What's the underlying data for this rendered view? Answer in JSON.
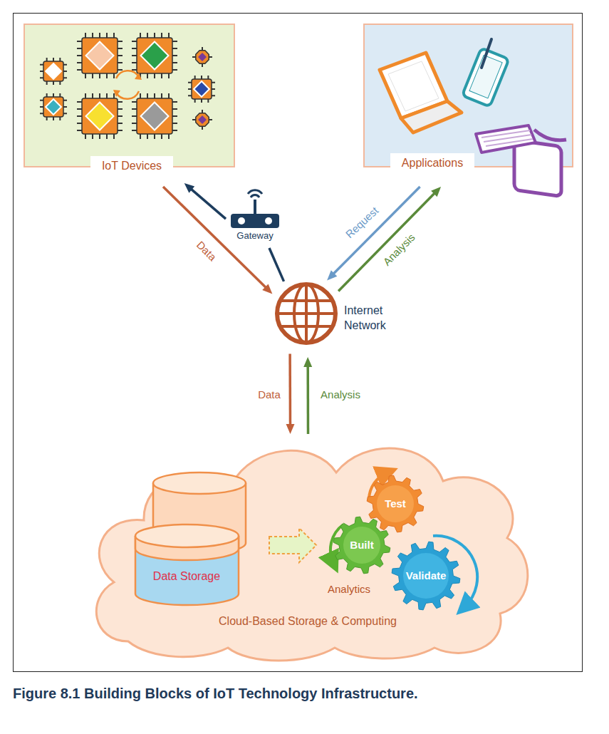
{
  "diagram": {
    "caption": "Figure 8.1 Building Blocks of IoT Technology Infrastructure.",
    "nodes": [
      {
        "text": [
          "IoT Devices"
        ]
      },
      {
        "text": [
          "Applications"
        ]
      },
      {
        "text": [
          "Gateway"
        ]
      },
      {
        "text": [
          "Internet Network"
        ]
      },
      {
        "text": [
          "Cloud-Based Storage & Computing"
        ]
      },
      {
        "text": [
          "Data Storage"
        ],
        "in": 4
      },
      {
        "text": [
          "Test"
        ],
        "in": 4
      },
      {
        "text": [
          "Built"
        ],
        "in": 4
      },
      {
        "text": [
          "Validate"
        ],
        "in": 4
      }
    ],
    "edges": [
      {
        "from": 0,
        "to": 3,
        "label": "Data",
        "arrow": "to"
      },
      {
        "from": 3,
        "to": 2,
        "arrow": "none"
      },
      {
        "from": 2,
        "to": 0,
        "arrow": "to"
      },
      {
        "from": 1,
        "to": 3,
        "label": "Request",
        "arrow": "to"
      },
      {
        "from": 3,
        "to": 1,
        "label": "Analysis",
        "arrow": "to"
      },
      {
        "from": 3,
        "to": 4,
        "label": "Data",
        "arrow": "to"
      },
      {
        "from": 4,
        "to": 3,
        "label": "Analysis",
        "arrow": "to"
      },
      {
        "from": 5,
        "to": 7,
        "arrow": "to"
      }
    ],
    "labels": [
      "Analytics"
    ]
  }
}
